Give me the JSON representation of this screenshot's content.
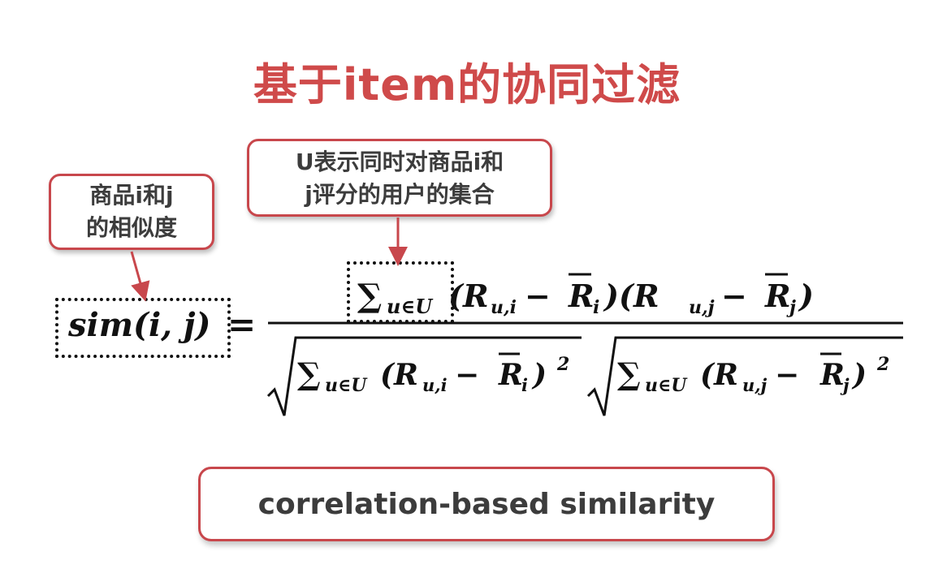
{
  "title": "基于item的协同过滤",
  "callouts": {
    "similarity": {
      "line1": "商品i和j",
      "line2": "的相似度"
    },
    "user_set": {
      "line1": "U表示同时对商品i和",
      "line2": "j评分的用户的集合"
    }
  },
  "formula": {
    "lhs": "sim(i, j)",
    "equals": "=",
    "sum_symbol": "∑",
    "sum_index": "u∈U",
    "numerator_terms": [
      "(R",
      "u,i",
      " − ",
      "R",
      "i",
      ")(R",
      "u,j",
      " − ",
      "R",
      "j",
      ")"
    ],
    "denominator_left": {
      "open": "(R",
      "sub1": "u,i",
      "minus": " − ",
      "bar": "R",
      "sub2": "i",
      "close": ")",
      "power": "2"
    },
    "denominator_right": {
      "open": "(R",
      "sub1": "u,j",
      "minus": " − ",
      "bar": "R",
      "sub2": "j",
      "close": ")",
      "power": "2"
    }
  },
  "label": "correlation-based similarity",
  "colors": {
    "accent": "#cf4a4a",
    "border": "#c8474c",
    "text": "#3c3c3c",
    "math": "#111111"
  }
}
